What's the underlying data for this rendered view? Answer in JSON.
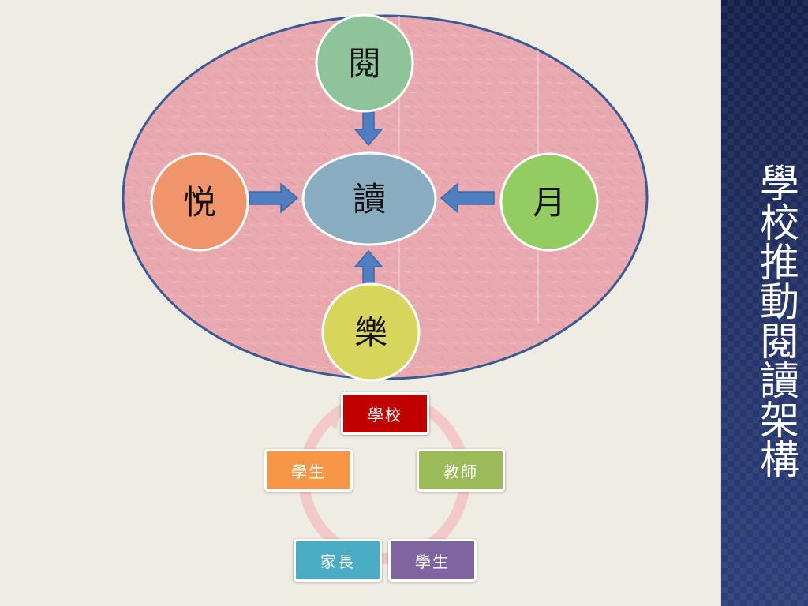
{
  "side_title": "學校推動閱讀架構",
  "center": {
    "label": "讀",
    "color": "#89acc0"
  },
  "outer_nodes": {
    "top": {
      "label": "閱",
      "color": "#8fc39a"
    },
    "left": {
      "label": "悦",
      "color": "#f0956b"
    },
    "right": {
      "label": "月",
      "color": "#93cd61"
    },
    "bottom": {
      "label": "樂",
      "color": "#d7d55c"
    }
  },
  "ellipse_color": "#e8aab0",
  "arrow_color": "#4f7fc0",
  "cycle": {
    "ring_color": "#f2c9c6",
    "boxes": {
      "top": {
        "label": "學校",
        "color": "#c00000"
      },
      "right": {
        "label": "教師",
        "color": "#9bbb59"
      },
      "bottom_right": {
        "label": "學生",
        "color": "#8064a2"
      },
      "bottom_left": {
        "label": "家長",
        "color": "#4bacc6"
      },
      "left": {
        "label": "學生",
        "color": "#f79646"
      }
    }
  }
}
